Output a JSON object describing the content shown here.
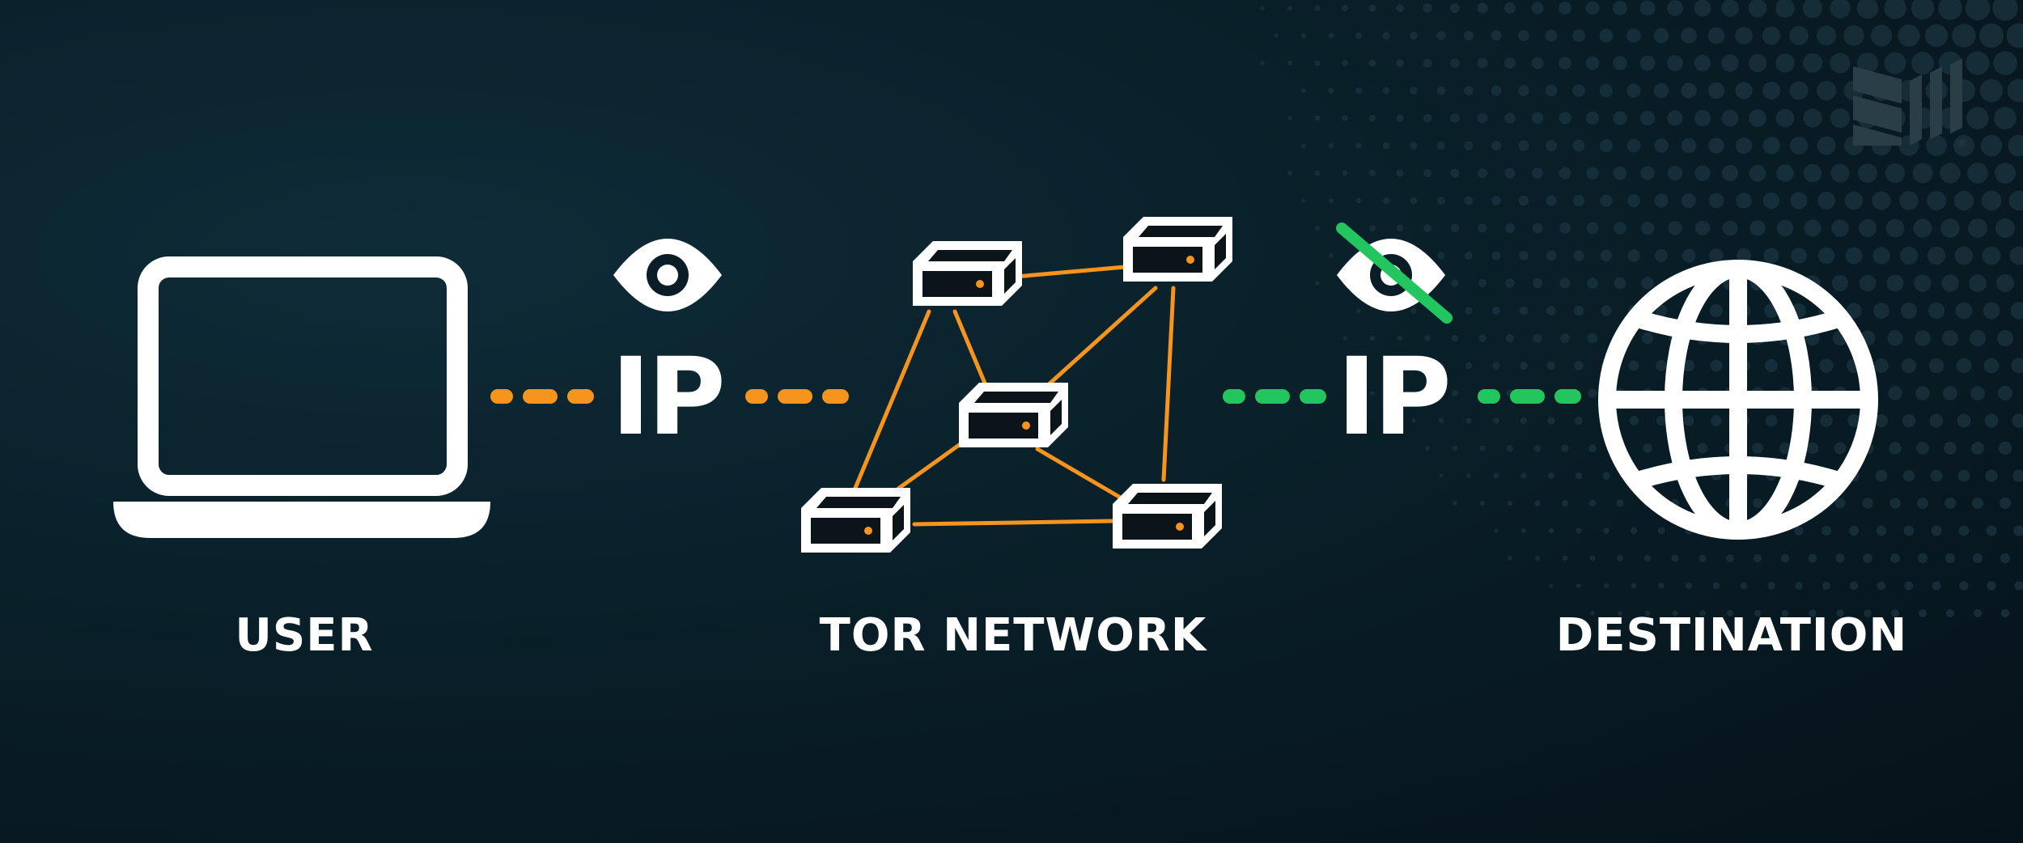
{
  "labels": {
    "user": "USER",
    "network": "TOR NETWORK",
    "destination": "DESTINATION",
    "ip_left": "IP",
    "ip_right": "IP"
  },
  "icons": {
    "user": "laptop-icon",
    "ip_watch": "eye-icon",
    "ip_hidden": "eye-slash-icon",
    "network_node": "server-icon",
    "destination": "globe-icon",
    "brand": "logo-icon"
  },
  "colors": {
    "background": "#0a222c",
    "user_link": "#f7941d",
    "destination_link": "#22c55e",
    "icon": "#ffffff"
  }
}
